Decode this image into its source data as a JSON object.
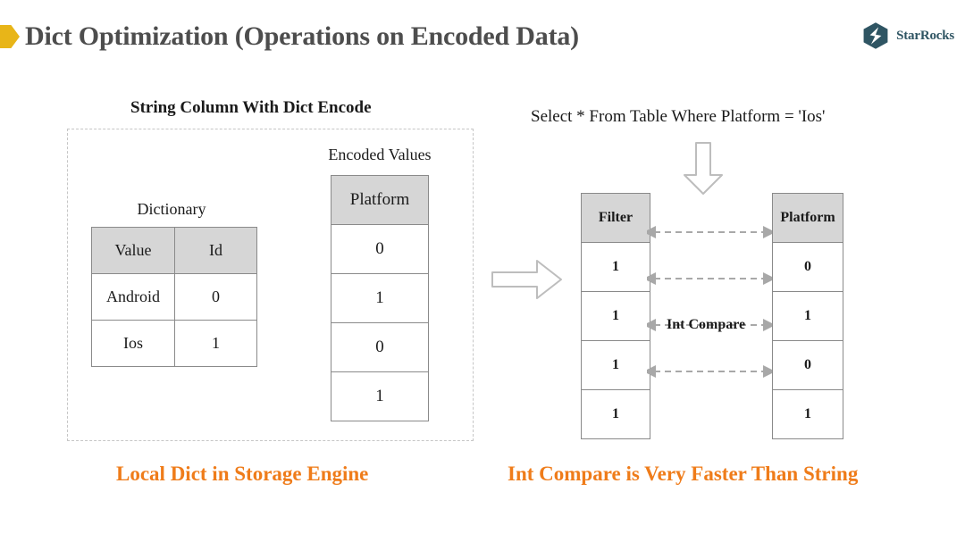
{
  "slide": {
    "title": "Dict Optimization (Operations on Encoded Data)",
    "marker_color": "#e8b518",
    "title_color": "#4d4d4d"
  },
  "brand": {
    "name": "StarRocks",
    "logo_icon": "starrocks-logo-icon",
    "logo_color": "#2f5563"
  },
  "left_panel": {
    "heading": "String Column With Dict Encode",
    "dictionary": {
      "label": "Dictionary",
      "headers": [
        "Value",
        "Id"
      ],
      "rows": [
        [
          "Android",
          "0"
        ],
        [
          "Ios",
          "1"
        ]
      ]
    },
    "encoded_values": {
      "label": "Encoded Values",
      "header": "Platform",
      "values": [
        "0",
        "1",
        "0",
        "1"
      ]
    },
    "caption": "Local Dict in Storage Engine"
  },
  "right_panel": {
    "query": "Select * From Table Where Platform = 'Ios'",
    "filter_table": {
      "header": "Filter",
      "values": [
        "1",
        "1",
        "1",
        "1"
      ]
    },
    "platform_table": {
      "header": "Platform",
      "values": [
        "0",
        "1",
        "0",
        "1"
      ]
    },
    "compare_label": "Int Compare",
    "caption": "Int Compare is Very Faster Than String"
  },
  "icons": {
    "arrow_down": "arrow-down-icon",
    "arrow_right": "arrow-right-icon",
    "compare_arrow": "bidirectional-dashed-arrow-icon"
  },
  "colors": {
    "accent_orange": "#ef7c1a",
    "table_header_gray": "#d6d6d6",
    "table_border": "#8a8a8a",
    "dashed_border": "#c6c6c6",
    "arrow_gray": "#b0b0b0"
  }
}
